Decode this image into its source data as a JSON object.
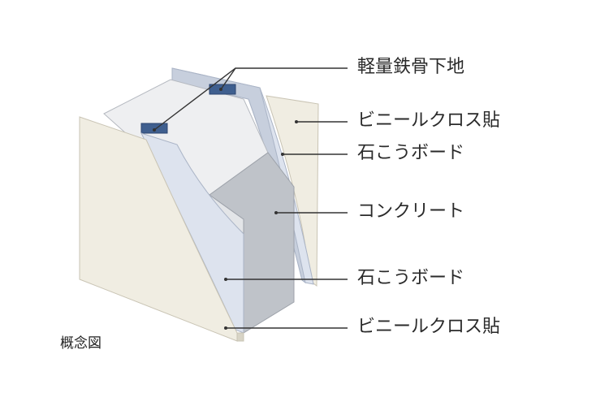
{
  "diagram": {
    "caption": "概念図",
    "labels": [
      {
        "id": "steel-stud",
        "text": "軽量鉄骨下地"
      },
      {
        "id": "vinyl-cloth-back",
        "text": "ビニールクロス貼"
      },
      {
        "id": "gypsum-board-back",
        "text": "石こうボード"
      },
      {
        "id": "concrete",
        "text": "コンクリート"
      },
      {
        "id": "gypsum-board-front",
        "text": "石こうボード"
      },
      {
        "id": "vinyl-cloth-front",
        "text": "ビニールクロス貼"
      }
    ]
  },
  "colors": {
    "cloth": "#f0ede2",
    "gypsum_face": "#dde3ee",
    "gypsum_edge": "#c7cfdd",
    "concrete_top": "#eeeff1",
    "concrete_front": "#e3e5e8",
    "concrete_side": "#bfc3c9",
    "stud": "#3f5f8f",
    "line": "#333333"
  }
}
